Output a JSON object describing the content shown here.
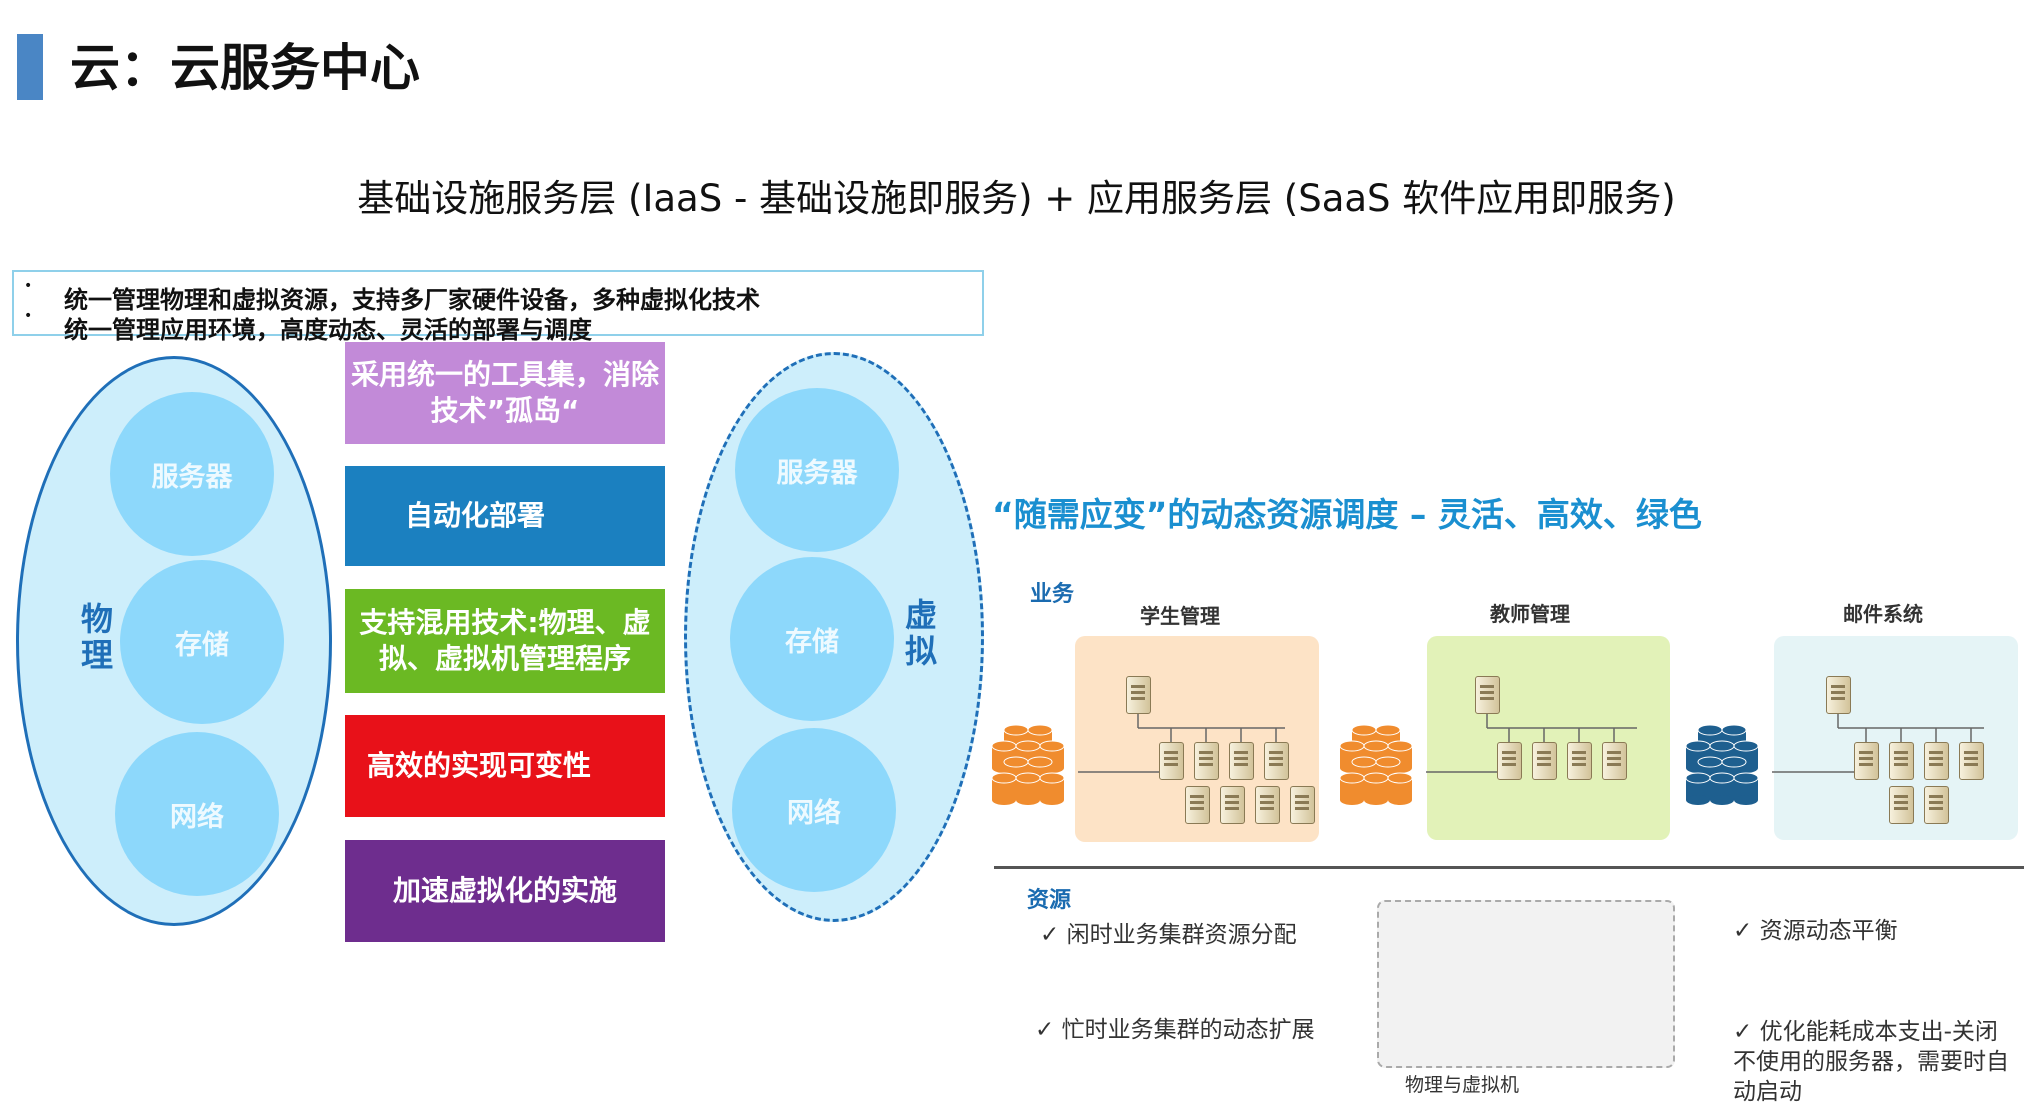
{
  "title": "云：云服务中心",
  "subtitle": "基础设施服务层 (IaaS - 基础设施即服务) + 应用服务层 (SaaS 软件应用即服务)",
  "notes": [
    "统一管理物理和虚拟资源，支持多厂家硬件设备，多种虚拟化技术",
    "统一管理应用环境，高度动态、灵活的部署与调度"
  ],
  "physical": {
    "label": "物理",
    "items": [
      "服务器",
      "存储",
      "网络"
    ]
  },
  "virtual": {
    "label": "虚拟",
    "items": [
      "服务器",
      "存储",
      "网络"
    ]
  },
  "features": [
    {
      "text": "采用统一的工具集，消除技术”孤岛“",
      "color": "#c28ad8"
    },
    {
      "text": "自动化部署",
      "color": "#1b80c0"
    },
    {
      "text": "支持混用技术:物理、虚拟、虚拟机管理程序",
      "color": "#6bb923"
    },
    {
      "text": "高效的实现可变性",
      "color": "#e81119"
    },
    {
      "text": "加速虚拟化的实施",
      "color": "#6e2d8e"
    }
  ],
  "dynamic": {
    "headline": "“随需应变”的动态资源调度 – 灵活、高效、绿色",
    "business_label": "业务",
    "groups": [
      {
        "label": "学生管理",
        "panel_color": "#fde3c6",
        "db_color": "#f08c2e"
      },
      {
        "label": "教师管理",
        "panel_color": "#e2f2b8",
        "db_color": "#f08c2e"
      },
      {
        "label": "邮件系统",
        "panel_color": "#e5f4f6",
        "db_color": "#1e5f8f"
      }
    ],
    "resource_label": "资源",
    "left_checks": [
      "闲时业务集群资源分配",
      "忙时业务集群的动态扩展"
    ],
    "pool_label": "物理与虚拟机",
    "right_checks": [
      "资源动态平衡",
      "优化能耗成本支出-关闭不使用的服务器，需要时自动启动"
    ]
  }
}
